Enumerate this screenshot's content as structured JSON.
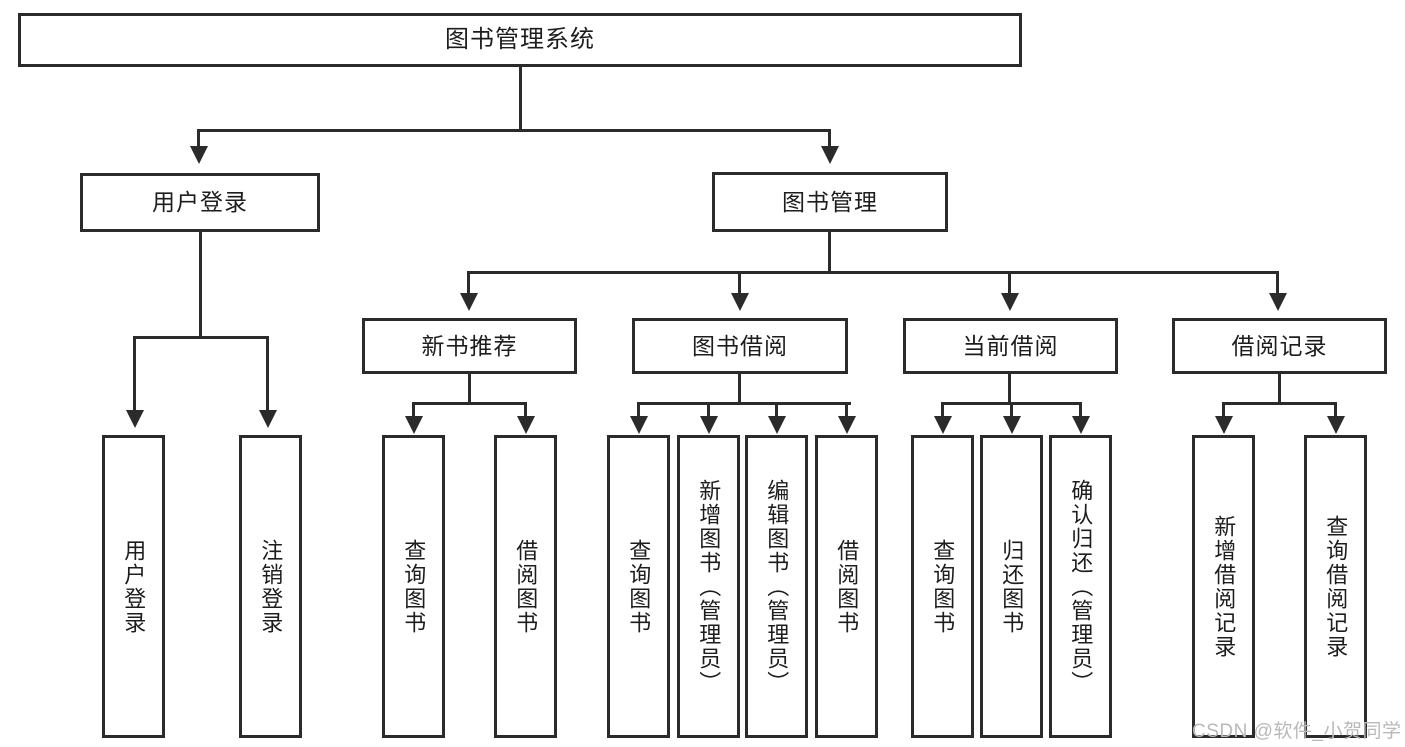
{
  "diagram": {
    "type": "tree-hierarchy-chart",
    "title_node": {
      "label": "图书管理系统"
    },
    "level2": [
      {
        "id": "user-login",
        "label": "用户登录"
      },
      {
        "id": "book-manage",
        "label": "图书管理"
      }
    ],
    "level3": [
      {
        "id": "new-book-recommend",
        "label": "新书推荐"
      },
      {
        "id": "book-borrow",
        "label": "图书借阅"
      },
      {
        "id": "current-borrow",
        "label": "当前借阅"
      },
      {
        "id": "borrow-record",
        "label": "借阅记录"
      }
    ],
    "leaves": [
      {
        "id": "leaf-user-login",
        "label": "用户登录",
        "parent": "用户登录"
      },
      {
        "id": "leaf-logout-login",
        "label": "注销登录",
        "parent": "用户登录"
      },
      {
        "id": "leaf-query-book-1",
        "label": "查询图书",
        "parent": "新书推荐"
      },
      {
        "id": "leaf-borrow-book-1",
        "label": "借阅图书",
        "parent": "新书推荐"
      },
      {
        "id": "leaf-query-book-2",
        "label": "查询图书",
        "parent": "图书借阅"
      },
      {
        "id": "leaf-add-book",
        "label": "新增图书（管理员）",
        "parent": "图书借阅"
      },
      {
        "id": "leaf-edit-book",
        "label": "编辑图书（管理员）",
        "parent": "图书借阅"
      },
      {
        "id": "leaf-borrow-book-2",
        "label": "借阅图书",
        "parent": "图书借阅"
      },
      {
        "id": "leaf-query-book-3",
        "label": "查询图书",
        "parent": "当前借阅"
      },
      {
        "id": "leaf-return-book",
        "label": "归还图书",
        "parent": "当前借阅"
      },
      {
        "id": "leaf-confirm-return",
        "label": "确认归还（管理员）",
        "parent": "当前借阅"
      },
      {
        "id": "leaf-add-record",
        "label": "新增借阅记录",
        "parent": "借阅记录"
      },
      {
        "id": "leaf-query-record",
        "label": "查询借阅记录",
        "parent": "借阅记录"
      }
    ]
  },
  "watermark": {
    "text": "CSDN @软件_小贺同学"
  },
  "colors": {
    "stroke": "#2b2b2b",
    "text": "#1d1d1d",
    "background": "#ffffff",
    "watermark": "#b9b9b9"
  }
}
